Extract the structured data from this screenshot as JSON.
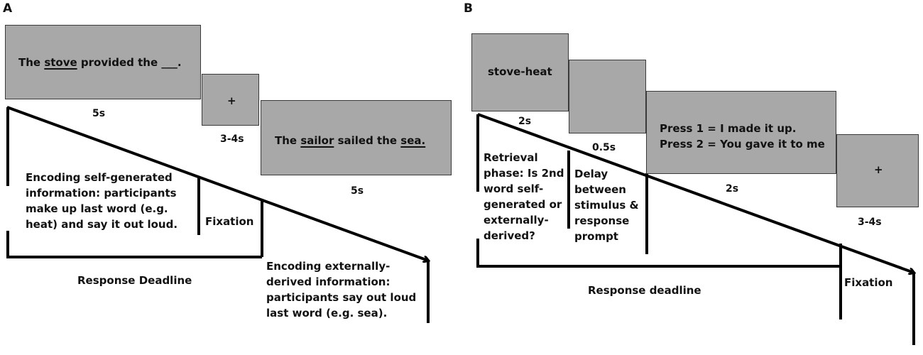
{
  "panel_a": {
    "letter": "A",
    "box1": {
      "before": "The ",
      "underlined": "stove",
      "after": " provided the ",
      "blank": "___",
      "end": "."
    },
    "box1_duration": "5s",
    "box2_text": "+",
    "box2_duration": "3-4s",
    "box3": {
      "before": "The ",
      "underlined1": "sailor",
      "middle": " sailed the ",
      "underlined2": "sea."
    },
    "box3_duration": "5s",
    "encoding_self_lines": [
      "Encoding self-generated",
      "information: participants",
      "make up last word (e.g.",
      "heat) and say it out loud."
    ],
    "fixation": "Fixation",
    "response_deadline": "Response Deadline",
    "encoding_external_lines": [
      "Encoding externally-",
      "derived information:",
      "participants say out loud",
      "last word (e.g. sea)."
    ]
  },
  "panel_b": {
    "letter": "B",
    "box1_text": "stove-heat",
    "box1_duration": "2s",
    "box2_duration": "0.5s",
    "box3_lines": [
      "Press 1 = I made it up.",
      "Press 2 = You gave it to me"
    ],
    "box3_duration": "2s",
    "box4_text": "+",
    "box4_duration": "3-4s",
    "retrieval_lines": [
      "Retrieval",
      "phase: Is 2nd",
      "word self-",
      "generated or",
      "externally-",
      "derived?"
    ],
    "delay_lines": [
      "Delay",
      "between",
      "stimulus &",
      "response",
      "prompt"
    ],
    "response_deadline": "Response deadline",
    "fixation": "Fixation"
  }
}
